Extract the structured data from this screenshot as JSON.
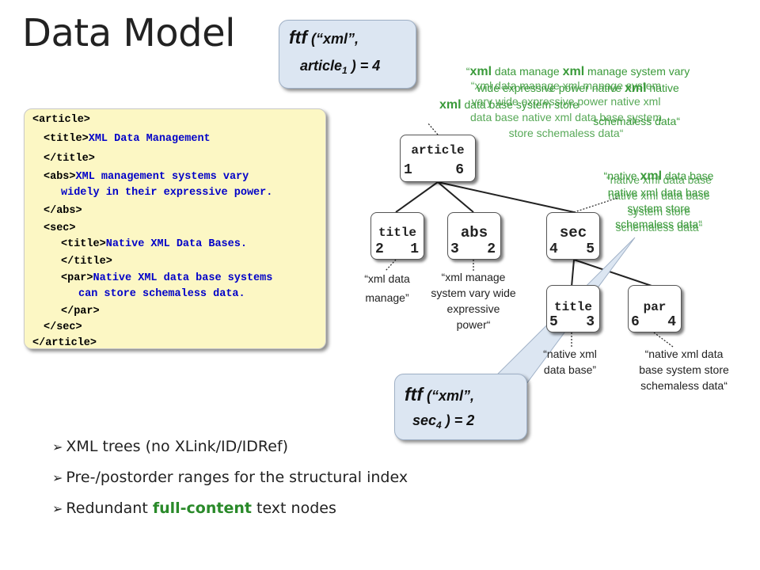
{
  "slide": {
    "title": "Data Model"
  },
  "xml_code": {
    "l1": "<article>",
    "l2_tag": "<title>",
    "l2_text": "XML Data Management",
    "l3": "</title>",
    "l4_tag": "<abs>",
    "l4_text": "XML management systems vary",
    "l5_text": "widely in their expressive power.",
    "l6": "</abs>",
    "l7": "<sec>",
    "l8_tag": "<title>",
    "l8_text": "Native XML Data Bases.",
    "l9": "</title>",
    "l10_tag": "<par>",
    "l10_text": "Native XML data base systems",
    "l11_text": "can store schemaless data.",
    "l12": "</par>",
    "l13": "</sec>",
    "l14": "</article>"
  },
  "callouts": {
    "top": {
      "ftf": "ftf",
      "args": "(“xml”,",
      "node": "article",
      "sub": "1",
      "rest": ") = 4"
    },
    "bottom": {
      "ftf": "ftf",
      "args": "(“xml”,",
      "node": "sec",
      "sub": "4",
      "rest": ") = 2"
    }
  },
  "tree": {
    "nodes": [
      {
        "label": "article",
        "pre": "1",
        "post": "6"
      },
      {
        "label": "title",
        "pre": "2",
        "post": "1"
      },
      {
        "label": "abs",
        "pre": "3",
        "post": "2"
      },
      {
        "label": "sec",
        "pre": "4",
        "post": "5"
      },
      {
        "label": "title",
        "pre": "5",
        "post": "3"
      },
      {
        "label": "par",
        "pre": "6",
        "post": "4"
      }
    ],
    "text_nodes": {
      "title1_l1": "“xml data",
      "title1_l2": "manage”",
      "abs_l1": "“xml manage",
      "abs_l2": "system vary wide",
      "abs_l3": "expressive",
      "abs_l4": "power“",
      "title2_l1": "“native xml",
      "title2_l2": "data base”",
      "par_l1": "“native xml data",
      "par_l2": "base system store",
      "par_l3": "schemaless data“"
    },
    "full_content": {
      "article_a_l1_q": "“",
      "article_a_l1_b": "xml",
      "article_a_l1_c": " data manage ",
      "article_a_l1_d": "xml",
      "article_a_l1_e": " manage system vary",
      "article_a_l2": "wide expressive power native ",
      "article_a_l2_b": "xml",
      "article_a_l2_c": " native",
      "article_a_l3_b": "xml",
      "article_a_l3_c": " data base system store",
      "article_a_l4": "schemaless data“",
      "article_b_l1": "“xml data manage xml manage system",
      "article_b_l2": "vary wide expressive power native xml",
      "article_b_l3": "data base native xml data base system",
      "article_b_l4": "store schemaless data“",
      "sec_a_l1_q": "“native ",
      "sec_a_l1_b": "xml",
      "sec_a_l1_c": " data base",
      "sec_a_l2": "native xml data base",
      "sec_a_l3": "system store",
      "sec_a_l4": "schemaless data“",
      "sec_b_l1": "“native xml data base",
      "sec_b_l2": "native xml data base",
      "sec_b_l3": "system store",
      "sec_b_l4": "schemaless data“"
    }
  },
  "bullets": {
    "b1": "XML trees (no XLink/ID/IDRef)",
    "b2": "Pre-/postorder ranges for the structural index",
    "b3_pre": "Redundant ",
    "b3_hl": "full-content",
    "b3_post": " text nodes"
  },
  "colors": {
    "code_box": "#fcf7c4",
    "code_text": "#0000c8",
    "callout": "#dce6f2",
    "green_text": "#3a9a3a"
  }
}
